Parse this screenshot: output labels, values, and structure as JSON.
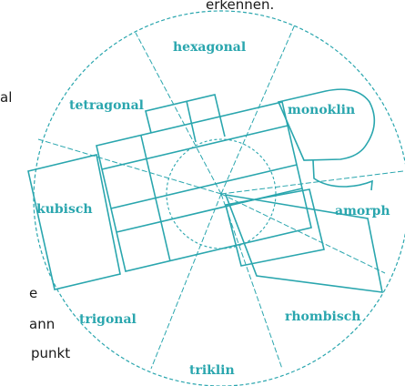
{
  "side_text": {
    "top": "erkennen.",
    "line_al": "al",
    "line_e": "e",
    "line_ann": "ann",
    "line_punkt": "punkt"
  },
  "diagram": {
    "color": "#2aa6ae",
    "labels": {
      "hexagonal": "hexagonal",
      "tetragonal": "tetragonal",
      "monoklin": "monoklin",
      "kubisch": "kubisch",
      "amorph": "amorph",
      "trigonal": "trigonal",
      "rhombisch": "rhombisch",
      "triklin": "triklin"
    }
  }
}
